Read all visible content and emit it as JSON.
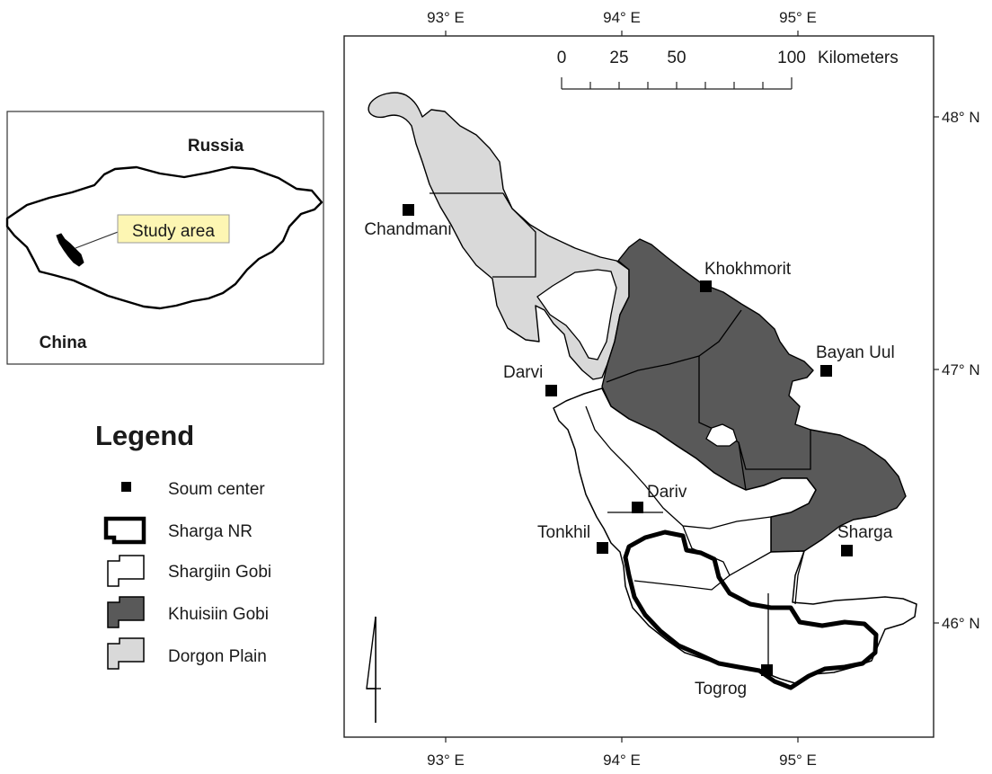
{
  "map": {
    "axes": {
      "top_labels": [
        "93° E",
        "94° E",
        "95° E"
      ],
      "bottom_labels": [
        "93° E",
        "94° E",
        "95° E"
      ],
      "right_labels": [
        "48° N",
        "47° N",
        "46° N"
      ]
    },
    "scale_bar": {
      "labels": [
        "0",
        "25",
        "50",
        "100"
      ],
      "unit": "Kilometers"
    },
    "places": [
      {
        "name": "Chandmani"
      },
      {
        "name": "Khokhmorit"
      },
      {
        "name": "Bayan Uul"
      },
      {
        "name": "Darvi"
      },
      {
        "name": "Dariv"
      },
      {
        "name": "Tonkhil"
      },
      {
        "name": "Sharga"
      },
      {
        "name": "Togrog"
      }
    ],
    "colors": {
      "khuisiin_gobi": "#595959",
      "dorgon_plain": "#d9d9d9",
      "shargiin_gobi": "#ffffff",
      "sharga_nr_outline": "#000000"
    }
  },
  "inset": {
    "country_labels": [
      "Russia",
      "China"
    ],
    "callout": "Study area",
    "callout_color": "#fdf6b3"
  },
  "legend": {
    "title": "Legend",
    "items": [
      {
        "label": "Soum center"
      },
      {
        "label": "Sharga NR"
      },
      {
        "label": "Shargiin Gobi"
      },
      {
        "label": "Khuisiin Gobi"
      },
      {
        "label": "Dorgon Plain"
      }
    ]
  }
}
